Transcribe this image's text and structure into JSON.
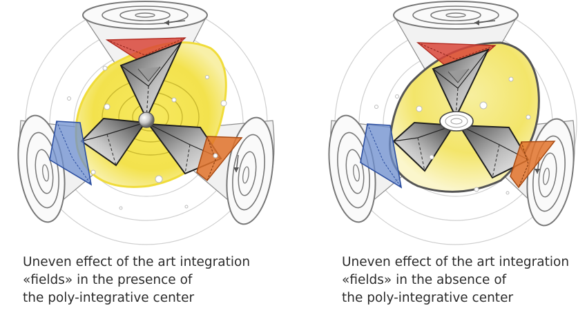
{
  "figure": {
    "left_panel": {
      "caption_lines": [
        "Uneven effect of the art integration",
        "«fields» in the presence of",
        "the poly-integrative center"
      ]
    },
    "right_panel": {
      "caption_lines": [
        "Uneven effect of the art integration",
        "«fields» in the absence of",
        "the poly-integrative center"
      ]
    }
  },
  "colors": {
    "field_yellow": "#f3e45a",
    "field_yellow_light": "#f8ef9a",
    "field_pale": "#fbf4c4",
    "red_cone": "#d9463a",
    "blue_cone": "#6d8fd0",
    "orange_cone": "#e0722a",
    "line_gray": "#8a8a8a",
    "dark": "#2b2b2b"
  }
}
